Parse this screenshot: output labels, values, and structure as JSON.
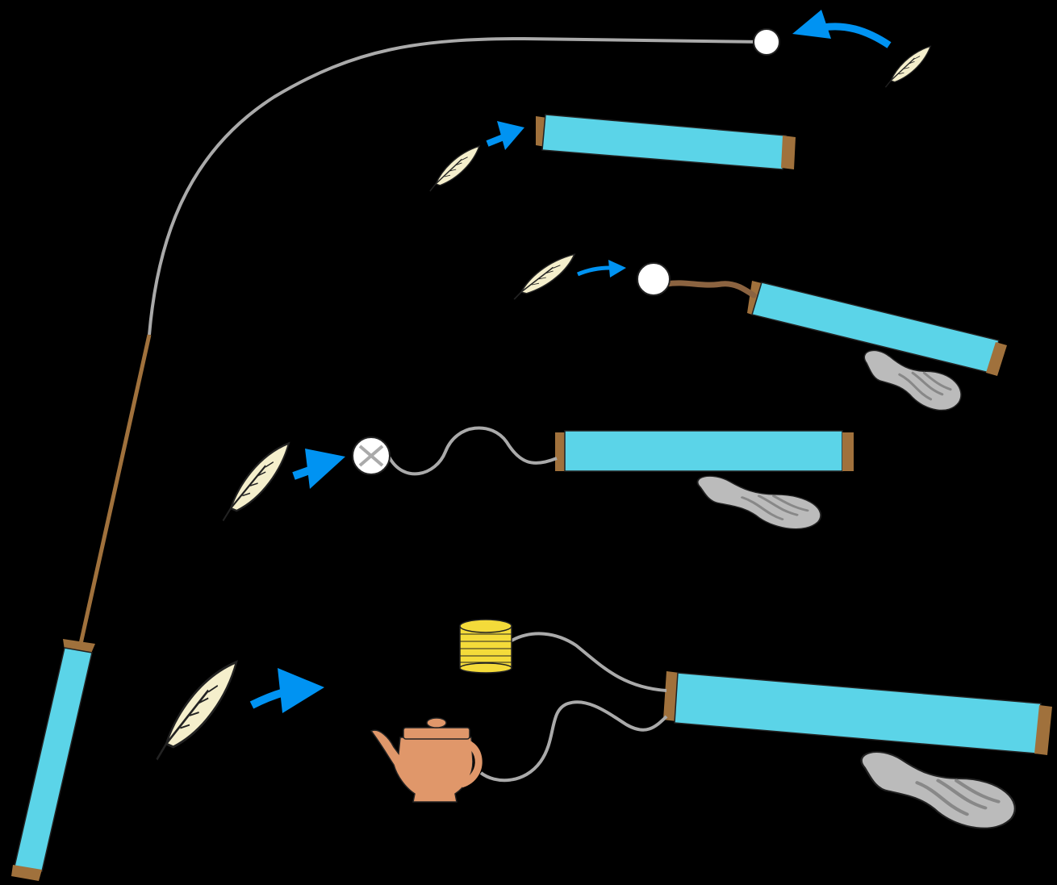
{
  "colors": {
    "background": "#000000",
    "scroll_body": "#5BD4E8",
    "scroll_end": "#A0713C",
    "string": "#AAAAAA",
    "arrow": "#0093F2",
    "feather": "#F5EFCC",
    "stick": "#8B6340",
    "ball": "#FFFFFF",
    "footprint": "#BBBBBB",
    "coins": "#F4DB3A",
    "teapot": "#E0976A"
  },
  "stages": [
    {
      "id": "stage-1",
      "elements": [
        "scroll",
        "long-string",
        "ball",
        "curved-arrow",
        "feather"
      ]
    },
    {
      "id": "stage-2",
      "elements": [
        "scroll",
        "arrow",
        "feather"
      ]
    },
    {
      "id": "stage-3",
      "elements": [
        "scroll",
        "stick",
        "ball",
        "arrow",
        "feather",
        "footprint"
      ]
    },
    {
      "id": "stage-4",
      "elements": [
        "scroll",
        "wavy-string",
        "crossed-ball",
        "arrow",
        "feather",
        "footprint"
      ]
    },
    {
      "id": "stage-5",
      "elements": [
        "scroll",
        "string-to-coins",
        "string-to-teapot",
        "coin-stack",
        "teapot",
        "arrow",
        "feather",
        "footprint"
      ]
    }
  ]
}
